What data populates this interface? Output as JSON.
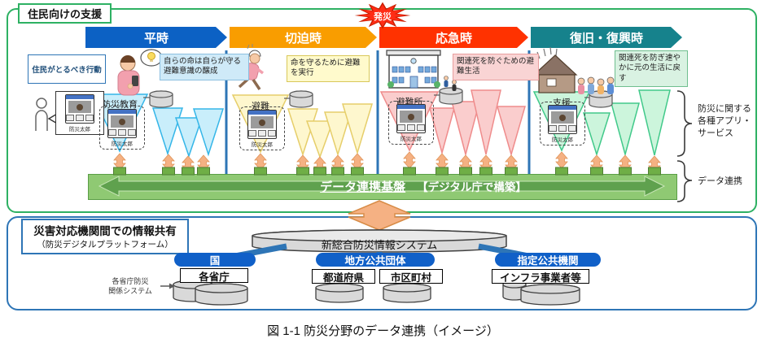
{
  "colors": {
    "phase_normal": "#0C61C4",
    "phase_imminent": "#F99D00",
    "phase_emergency": "#FF3200",
    "phase_recovery": "#16828C",
    "section_top_border": "#2EB163",
    "section_bottom_border": "#2E75B6",
    "platform_bar_green": "#8FC973",
    "pill_blue": "#1060C8",
    "sync_arrow_orange": "#F5B183",
    "burst_red": "#FF2D16"
  },
  "top_section": {
    "title": "住民向けの支援",
    "burst_label": "発災",
    "resident_action": "住民がとるべき行動",
    "app_label": "防災太郎",
    "phases": [
      {
        "label": "平時",
        "note": "自らの命は自らが守る避難意識の醸成",
        "funnel_label": "防災教育"
      },
      {
        "label": "切迫時",
        "note": "命を守るために避難を実行",
        "funnel_label": "避難"
      },
      {
        "label": "応急時",
        "note": "関連死を防ぐための避難生活",
        "funnel_label": "避難所"
      },
      {
        "label": "復旧・復興時",
        "note": "関連死を防ぎ速やかに元の生活に戻す",
        "funnel_label": "支援"
      }
    ],
    "bar": {
      "title": "データ連携基盤",
      "built_by": "【デジタル庁で構築】"
    },
    "brace_apps": [
      "防災に関する",
      "各種アプリ・",
      "サービス"
    ],
    "brace_data": "データ連携"
  },
  "bottom_section": {
    "title": "災害対応機関間での情報共有",
    "subtitle": "（防災デジタルプラットフォーム）",
    "system": "新総合防災情報システム",
    "groups": [
      {
        "pill": "国",
        "boxes": [
          "各省庁"
        ]
      },
      {
        "pill": "地方公共団体",
        "boxes": [
          "都道府県",
          "市区町村"
        ]
      },
      {
        "pill": "指定公共機関",
        "boxes": [
          "インフラ事業者等"
        ]
      }
    ],
    "ministry_system": [
      "各省庁防災",
      "関係システム"
    ]
  },
  "caption": "図 1-1 防災分野のデータ連携（イメージ）"
}
